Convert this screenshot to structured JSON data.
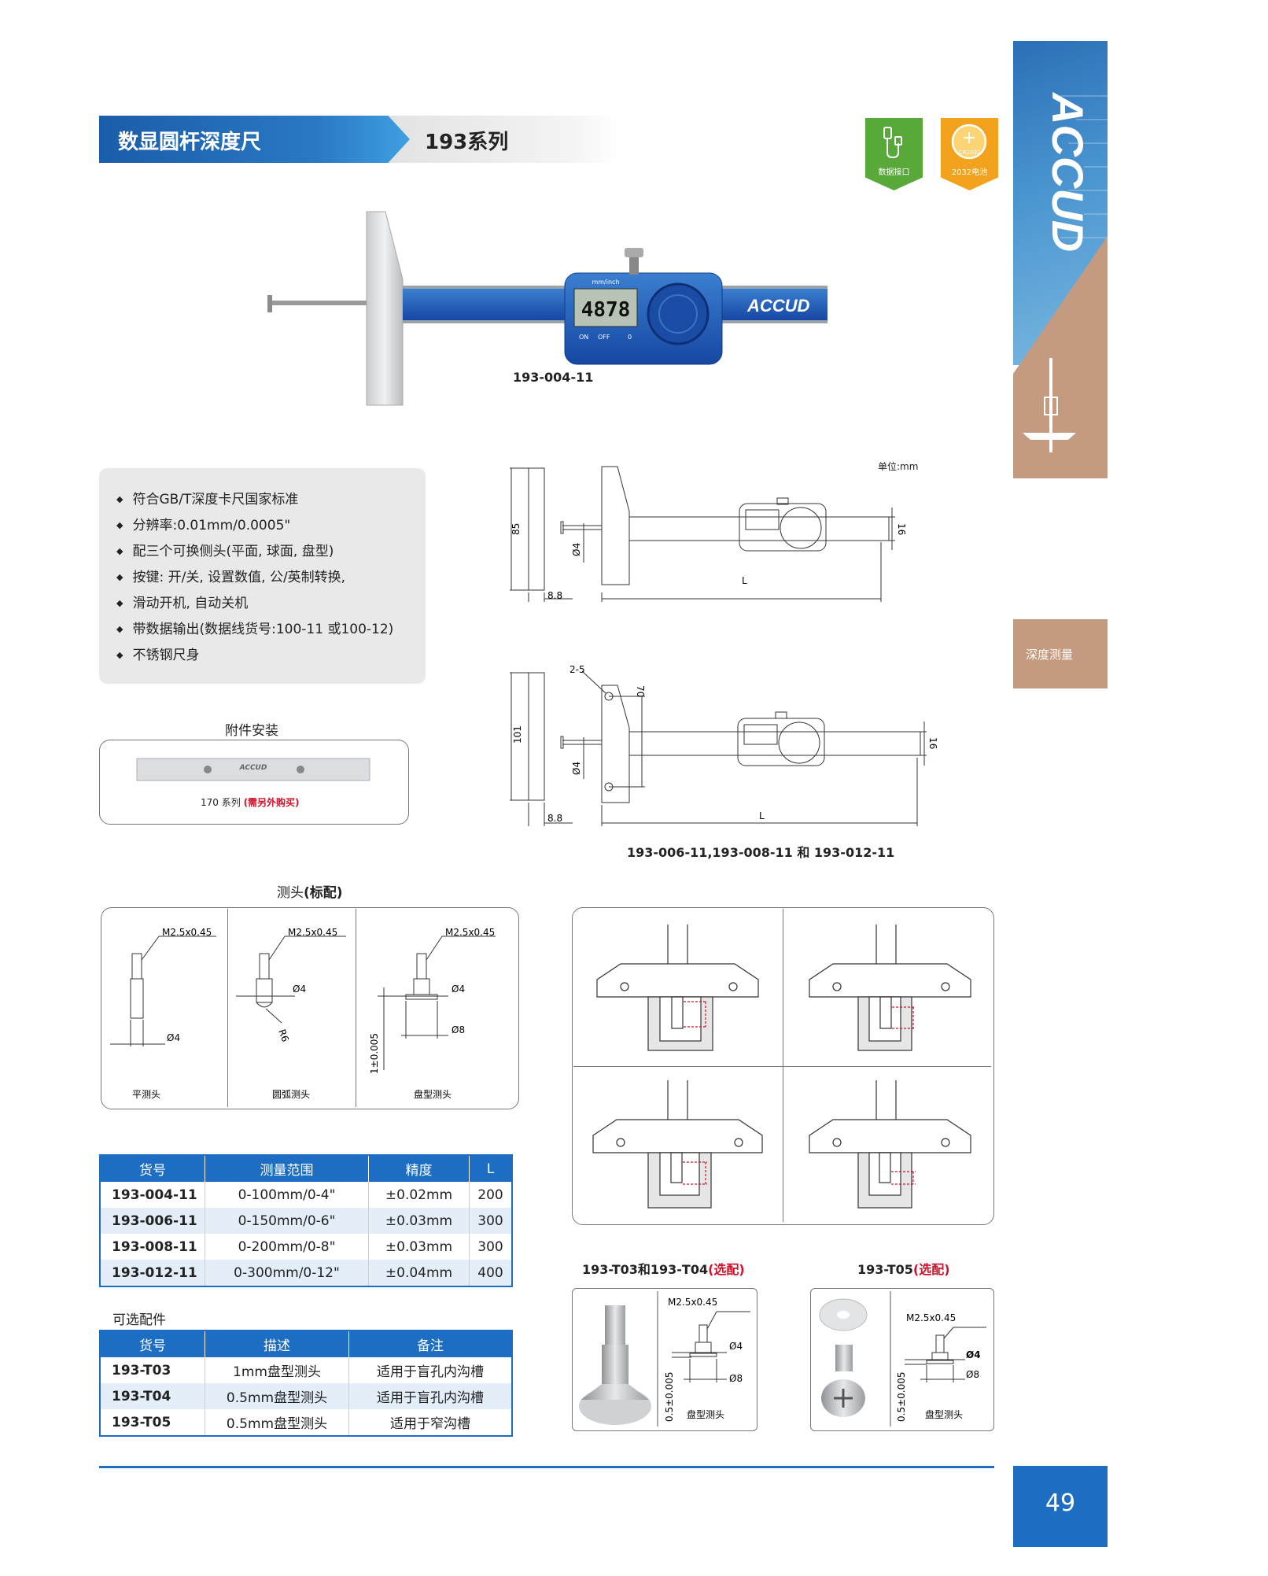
{
  "header": {
    "title": "数显圆杆深度尺",
    "series": "193系列"
  },
  "badges": [
    {
      "name": "data-port",
      "label": "数据接口",
      "color": "#58a83a",
      "icon": "usb-cable-icon"
    },
    {
      "name": "battery",
      "label": "2032电池",
      "color": "#f2a21d",
      "icon": "coin-battery-icon",
      "battery_text": "CR2032"
    }
  ],
  "brand": "ACCUD",
  "product": {
    "model_label": "193-004-11",
    "display_value": "4878",
    "unit_label": "mm/inch",
    "buttons": [
      "ON",
      "OFF",
      "0"
    ]
  },
  "unit_note": "单位:mm",
  "features": [
    "符合GB/T深度卡尺国家标准",
    "分辨率:0.01mm/0.0005\"",
    "配三个可换侧头(平面, 球面, 盘型)",
    "按键: 开/关, 设置数值, 公/英制转换,",
    "滑动开机, 自动关机",
    "带数据输出(数据线货号:100-11 或100-12)",
    "不锈钢尺身"
  ],
  "accessory": {
    "title": "附件安装",
    "series_text": "170 系列",
    "purchase_note": "(需另外购买)"
  },
  "drawing1": {
    "height": "85",
    "width": "8.8",
    "rod": "Ø4",
    "length": "L",
    "bar": "16"
  },
  "drawing2": {
    "height": "101",
    "width": "8.8",
    "rod": "Ø4",
    "length": "L",
    "bar": "16",
    "holes": "2-5",
    "spacing": "70",
    "caption": "193-006-11,193-008-11 和 193-012-11"
  },
  "probes": {
    "title": "测头",
    "title_suffix": "(标配)",
    "thread": "M2.5x0.45",
    "items": [
      {
        "label": "平测头",
        "dims": [
          "Ø4"
        ]
      },
      {
        "label": "圆弧测头",
        "dims": [
          "Ø4",
          "R6"
        ]
      },
      {
        "label": "盘型测头",
        "dims": [
          "Ø4",
          "Ø8",
          "1±0.005"
        ]
      }
    ]
  },
  "spec_table": {
    "headers": [
      "货号",
      "测量范围",
      "精度",
      "L"
    ],
    "rows": [
      [
        "193-004-11",
        "0-100mm/0-4\"",
        "±0.02mm",
        "200"
      ],
      [
        "193-006-11",
        "0-150mm/0-6\"",
        "±0.03mm",
        "300"
      ],
      [
        "193-008-11",
        "0-200mm/0-8\"",
        "±0.03mm",
        "300"
      ],
      [
        "193-012-11",
        "0-300mm/0-12\"",
        "±0.04mm",
        "400"
      ]
    ]
  },
  "optional": {
    "title": "可选配件",
    "headers": [
      "货号",
      "描述",
      "备注"
    ],
    "rows": [
      [
        "193-T03",
        "1mm盘型测头",
        "适用于盲孔内沟槽"
      ],
      [
        "193-T04",
        "0.5mm盘型测头",
        "适用于盲孔内沟槽"
      ],
      [
        "193-T05",
        "0.5mm盘型测头",
        "适用于窄沟槽"
      ]
    ]
  },
  "opt_t03": {
    "title": "193-T03和193-T04",
    "suffix": "(选配)",
    "thread": "M2.5x0.45",
    "d1": "Ø4",
    "d2": "Ø8",
    "tol": "0.5±0.005",
    "label": "盘型测头"
  },
  "opt_t05": {
    "title": "193-T05",
    "suffix": "(选配)",
    "thread": "M2.5x0.45",
    "d1": "Ø4",
    "d2": "Ø8",
    "tol": "0.5±0.005",
    "label": "盘型测头"
  },
  "side_tab": "深度测量",
  "page_number": "49"
}
